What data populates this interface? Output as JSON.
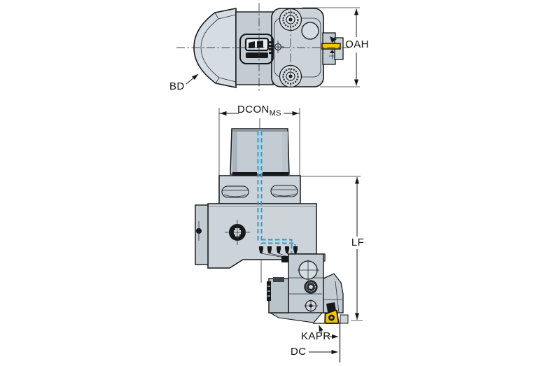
{
  "page": {
    "background": "#ffffff"
  },
  "drawing": {
    "kind": "technical-dimension-drawing",
    "subject": "turning tool holder with coolant channels and triangular insert, two orthographic views",
    "views": [
      "top-view",
      "front-view"
    ],
    "dimension_labels": {
      "bd": "BD",
      "oah": "OAH",
      "dcon": "DCON",
      "dcon_subscript": "MS",
      "lf": "LF",
      "kapr": "KAPR",
      "dc": "DC"
    },
    "colors": {
      "body_fill": "#ccd4da",
      "body_fill_light": "#d6dde2",
      "body_fill_mid": "#c3ccd3",
      "outline": "#14171a",
      "detail_black": "#16181a",
      "coolant_blue": "#2f9ac7",
      "coolant_light": "#a8d4ea",
      "insert_yellow": "#f5c400"
    }
  }
}
